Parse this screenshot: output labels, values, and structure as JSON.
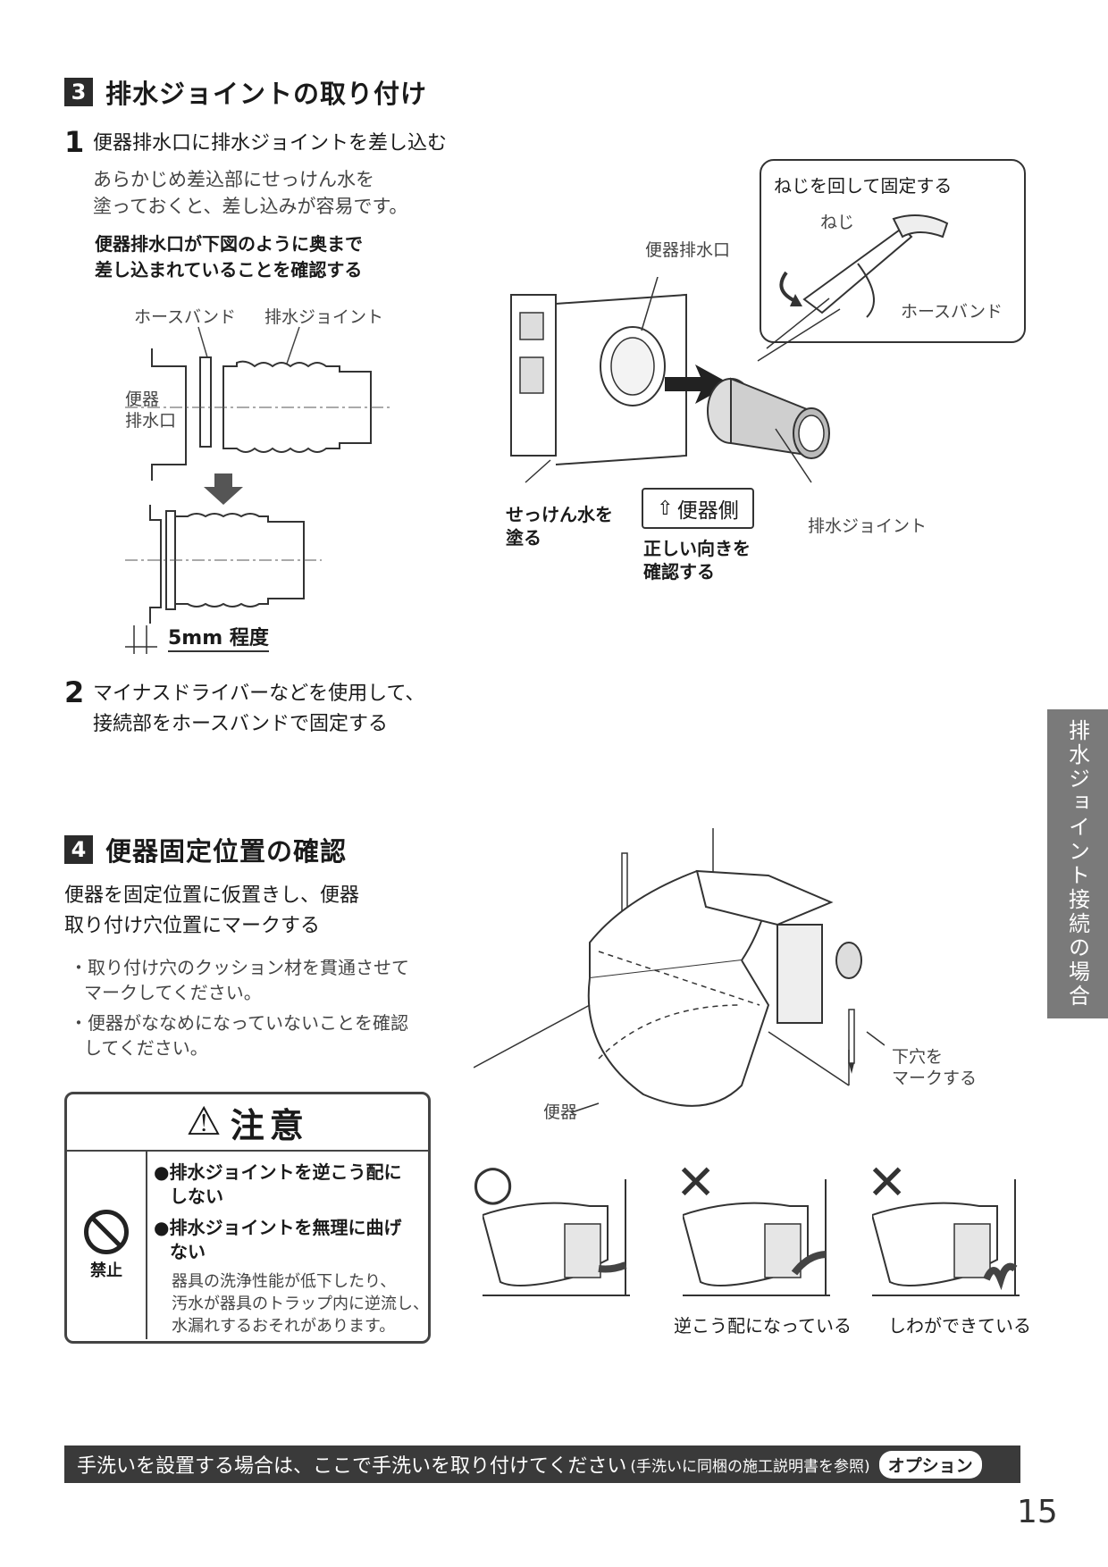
{
  "section3": {
    "number": "3",
    "title": "排水ジョイントの取り付け",
    "step1": {
      "number": "1",
      "title": "便器排水口に排水ジョイントを差し込む",
      "note_line1": "あらかじめ差込部にせっけん水を",
      "note_line2": "塗っておくと、差し込みが容易です。",
      "check_line1": "便器排水口が下図のように奥まで",
      "check_line2": "差し込まれていることを確認する"
    },
    "diagram": {
      "hose_band": "ホースバンド",
      "drain_joint": "排水ジョイント",
      "outlet_line1": "便器",
      "outlet_line2": "排水口",
      "gap": "5mm 程度"
    },
    "illustration": {
      "callout_title": "ねじを回して固定する",
      "screw": "ねじ",
      "hose_band": "ホースバンド",
      "outlet": "便器排水口",
      "soap_line1": "せっけん水を",
      "soap_line2": "塗る",
      "toilet_side": "便器側",
      "direction_line1": "正しい向きを",
      "direction_line2": "確認する",
      "drain_joint": "排水ジョイント"
    },
    "step2": {
      "number": "2",
      "line1": "マイナスドライバーなどを使用して、",
      "line2": "接続部をホースバンドで固定する"
    }
  },
  "section4": {
    "number": "4",
    "title": "便器固定位置の確認",
    "intro_line1": "便器を固定位置に仮置きし、便器",
    "intro_line2": "取り付け穴位置にマークする",
    "bullet1_line1": "・取り付け穴のクッション材を貫通させて",
    "bullet1_line2": "マークしてください。",
    "bullet2_line1": "・便器がななめになっていないことを確認",
    "bullet2_line2": "してください。",
    "toilet_label": "便器",
    "mark_line1": "下穴を",
    "mark_line2": "マークする"
  },
  "caution": {
    "title": "注意",
    "prohibit_label": "禁止",
    "item1_line1": "●排水ジョイントを逆こう配に",
    "item1_line2": "しない",
    "item2_line1": "●排水ジョイントを無理に曲げ",
    "item2_line2": "ない",
    "detail_line1": "器具の洗浄性能が低下したり、",
    "detail_line2": "汚水が器具のトラップ内に逆流し、",
    "detail_line3": "水漏れするおそれがあります。"
  },
  "examples": {
    "good_symbol": "○",
    "bad_symbol": "✕",
    "bad1_caption": "逆こう配になっている",
    "bad2_caption": "しわができている"
  },
  "side_tab": "排水ジョイント接続の場合",
  "footer": {
    "main": "手洗いを設置する場合は、ここで手洗いを取り付けてください",
    "sub": "(手洗いに同梱の施工説明書を参照)",
    "option": "オプション"
  },
  "page_number": "15"
}
